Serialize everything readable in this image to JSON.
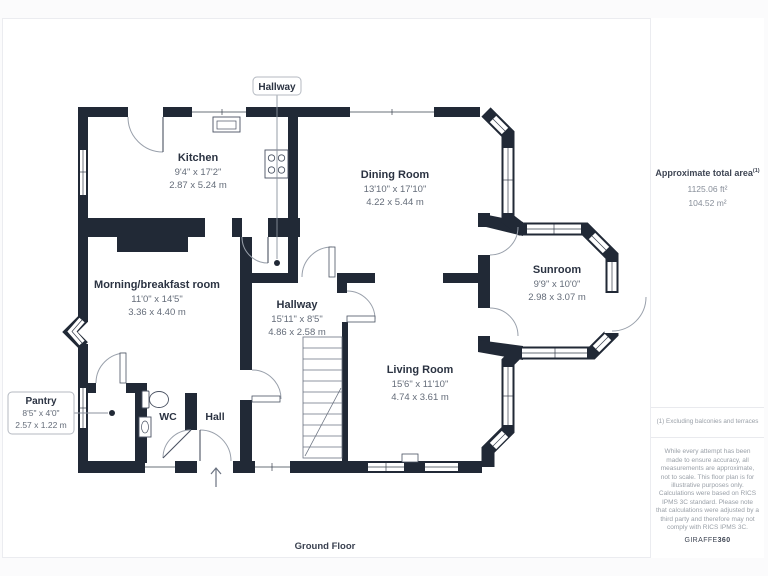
{
  "plan": {
    "floor_label": "Ground Floor",
    "rooms": {
      "kitchen": {
        "name": "Kitchen",
        "imperial": "9'4\" x 17'2\"",
        "metric": "2.87 x 5.24 m"
      },
      "dining_room": {
        "name": "Dining Room",
        "imperial": "13'10\" x 17'10\"",
        "metric": "4.22 x 5.44 m"
      },
      "morning_room": {
        "name": "Morning/breakfast room",
        "imperial": "11'0\" x 14'5\"",
        "metric": "3.36 x 4.40 m"
      },
      "hallway": {
        "name": "Hallway",
        "imperial": "15'11\" x 8'5\"",
        "metric": "4.86 x 2.58 m"
      },
      "sunroom": {
        "name": "Sunroom",
        "imperial": "9'9\" x 10'0\"",
        "metric": "2.98 x 3.07 m"
      },
      "living_room": {
        "name": "Living Room",
        "imperial": "15'6\" x 11'10\"",
        "metric": "4.74 x 3.61 m"
      },
      "wc": {
        "name": "WC"
      },
      "hall": {
        "name": "Hall"
      }
    },
    "callouts": {
      "hallway": {
        "label": "Hallway"
      },
      "pantry": {
        "name": "Pantry",
        "imperial": "8'5\" x 4'0\"",
        "metric": "2.57 x 1.22 m"
      }
    }
  },
  "sidebar": {
    "total_area_label": "Approximate total area",
    "total_area_footnote_marker": "(1)",
    "total_area_ft": "1125.06 ft²",
    "total_area_m": "104.52 m²",
    "footnote": "(1) Excluding balconies and terraces",
    "disclaimer_1": "While every attempt has been made to ensure accuracy, all measurements are approximate, not to scale. This floor plan is for illustrative purposes only.",
    "disclaimer_2": "Calculations were based on RICS IPMS 3C standard. Please note that calculations were adjusted by a third party and therefore may not comply with RICS IPMS 3C.",
    "brand": "GIRAFFE",
    "brand_bold": "360"
  },
  "colors": {
    "wall": "#212936",
    "room_text": "#2b3342",
    "dim_text": "#646c79",
    "muted_text": "#9aa0a8"
  }
}
